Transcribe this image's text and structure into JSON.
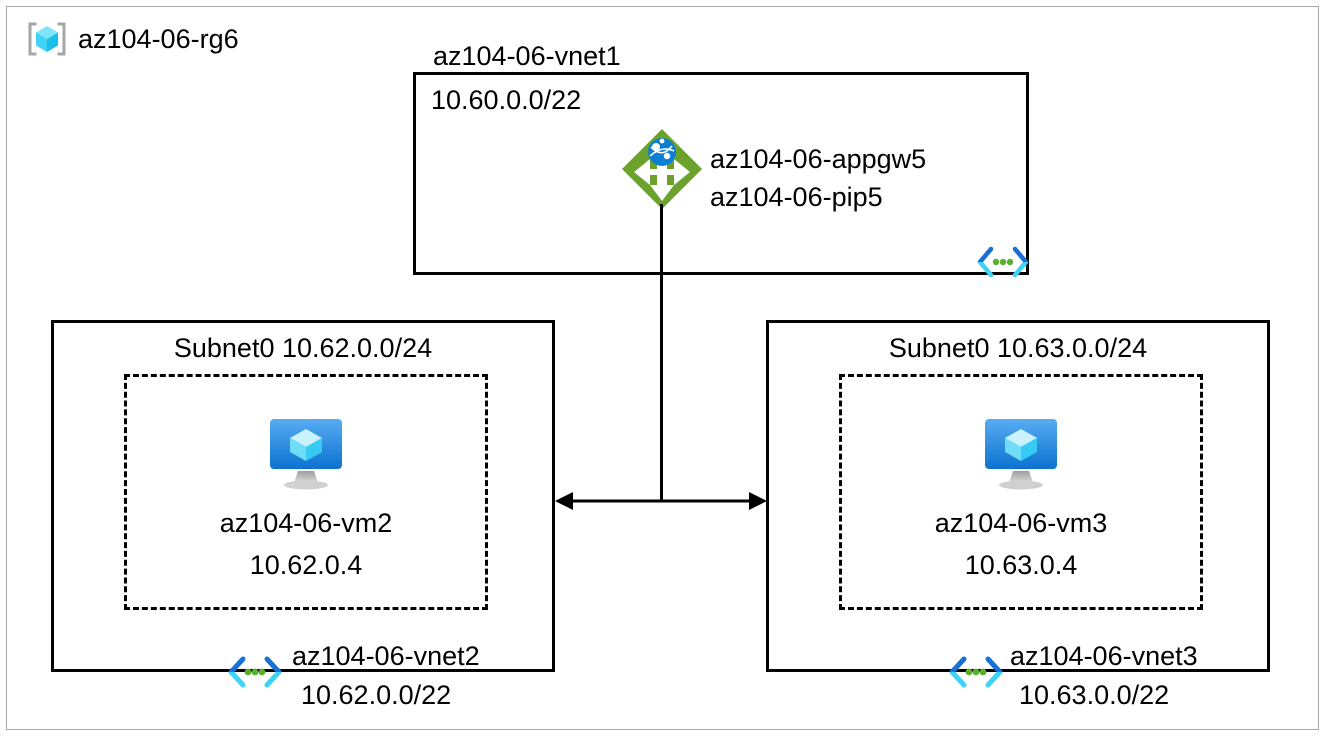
{
  "diagram": {
    "type": "azure-network-architecture",
    "resource_group": {
      "name": "az104-06-rg6",
      "icon": "resource-group-cube-icon"
    },
    "colors": {
      "appgw_green": "#6CA22B",
      "appgw_globe_blue": "#0C7FD4",
      "vnet_chevron_dark": "#1A6FD4",
      "vnet_chevron_light": "#3FD3F5",
      "vnet_dot_green": "#5AAE2E",
      "vm_monitor_top": "#4EA3EF",
      "vm_monitor_bottom": "#0C72D0",
      "vm_cube_light": "#9FE7FB",
      "vm_stand_gray": "#C8C8C8",
      "rg_icon_cyan": "#3FD3F5",
      "rg_bracket_gray": "#A6A6A6",
      "line_black": "#000000",
      "container_border": "#A6A6A6"
    },
    "vnet1": {
      "title": "az104-06-vnet1",
      "cidr": "10.60.0.0/22",
      "vnet_icon": "virtual-network-icon",
      "appgw": {
        "icon": "application-gateway-icon",
        "name": "az104-06-appgw5",
        "public_ip": "az104-06-pip5"
      }
    },
    "vnet2": {
      "subnet_label": "Subnet0 10.62.0.0/24",
      "vnet_icon": "virtual-network-icon",
      "vnet_name": "az104-06-vnet2",
      "vnet_cidr": "10.62.0.0/22",
      "vm": {
        "icon": "virtual-machine-icon",
        "name": "az104-06-vm2",
        "ip": "10.62.0.4"
      }
    },
    "vnet3": {
      "subnet_label": "Subnet0 10.63.0.0/24",
      "vnet_icon": "virtual-network-icon",
      "vnet_name": "az104-06-vnet3",
      "vnet_cidr": "10.63.0.0/22",
      "vm": {
        "icon": "virtual-machine-icon",
        "name": "az104-06-vm3",
        "ip": "10.63.0.4"
      }
    },
    "connections": {
      "appgw_to_backend": "vertical-line",
      "vnet2_to_vnet3": "bidirectional-arrow"
    }
  }
}
